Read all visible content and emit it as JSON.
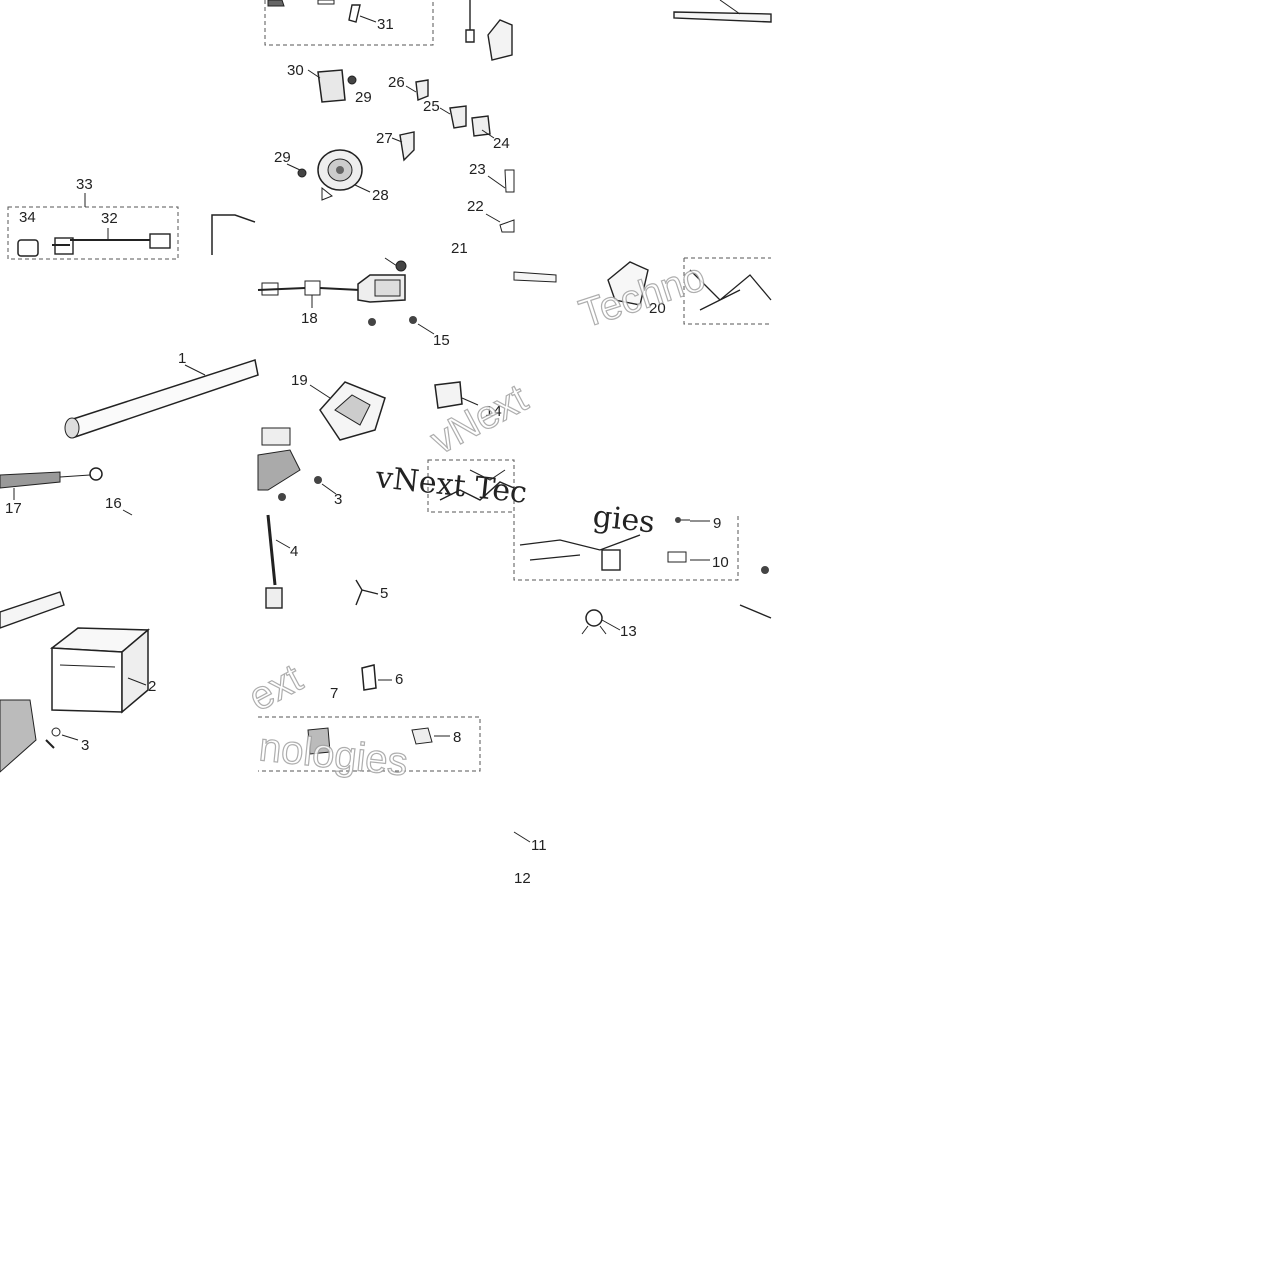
{
  "callouts": [
    "31",
    "30",
    "29",
    "26",
    "25",
    "24",
    "27",
    "29",
    "28",
    "23",
    "22",
    "21",
    "33",
    "34",
    "32",
    "18",
    "15",
    "20",
    "1",
    "19",
    "14",
    "3",
    "17",
    "16",
    "4",
    "5",
    "9",
    "10",
    "13",
    "6",
    "7",
    "8",
    "2",
    "3",
    "11",
    "12"
  ],
  "watermarks": [
    "Techno",
    "vNext",
    "vNext Tec",
    "gies",
    "ext",
    "nologies"
  ],
  "colors": {
    "line": "#222222",
    "dash": "#555555",
    "watermark_stroke": "#a0a0a0",
    "background": "#ffffff"
  }
}
